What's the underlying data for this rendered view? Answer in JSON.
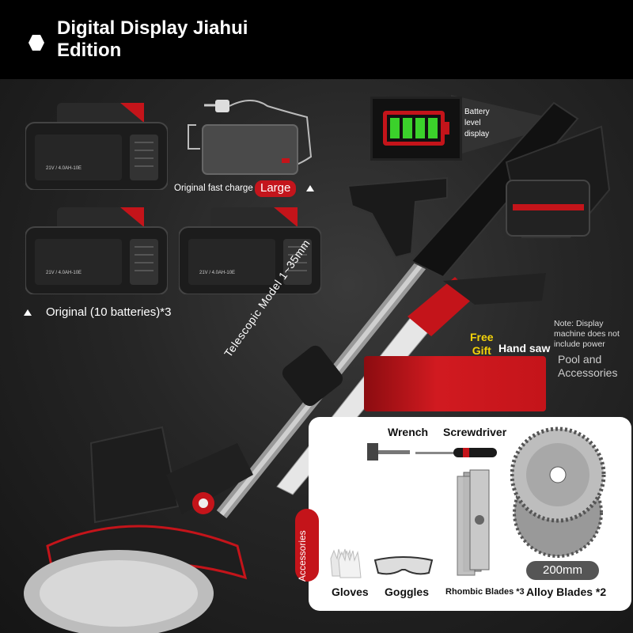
{
  "header": {
    "title": "Digital Display Jiahui Edition"
  },
  "labels": {
    "charger": "Original fast charge",
    "large": "Large",
    "batteries": "Original (10 batteries)*3",
    "battery_model": "21V / 4.0AH-10E",
    "battery_level": "Battery level display",
    "telescopic": "Telescopic Model 1~35mm",
    "free": "Free",
    "gift": "Gift",
    "hand_saw": "Hand saw",
    "note": "Note: Display machine does not include power",
    "pool": "Pool and Accessories"
  },
  "accessories": {
    "tab": "Accessories",
    "wrench": "Wrench",
    "screwdriver": "Screwdriver",
    "gloves": "Gloves",
    "goggles": "Goggles",
    "rhombic": "Rhombic Blades *3",
    "alloy": "Alloy Blades *2",
    "size": "200mm"
  },
  "colors": {
    "accent_red": "#c4141a",
    "gift_yellow": "#f3d20a",
    "battery_green": "#3bd12b"
  }
}
